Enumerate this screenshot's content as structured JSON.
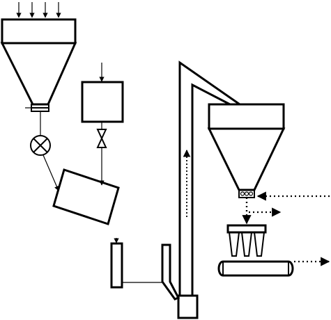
{
  "figure": {
    "components": [
      {
        "id": "hopper-left",
        "icon": "feed-hopper"
      },
      {
        "id": "rotary-valve-left",
        "icon": "valve"
      },
      {
        "id": "mixer-circle",
        "icon": "circle-x"
      },
      {
        "id": "dosing-tank",
        "icon": "tank"
      },
      {
        "id": "gate-valve",
        "icon": "bowtie-valve"
      },
      {
        "id": "dryer-drum",
        "icon": "inclined-drum"
      },
      {
        "id": "feed-column",
        "icon": "column"
      },
      {
        "id": "elevator",
        "icon": "bucket-elevator"
      },
      {
        "id": "cyclone-hopper-right",
        "icon": "hopper"
      },
      {
        "id": "discharge-screw",
        "icon": "screw"
      },
      {
        "id": "filter-bank",
        "icon": "bag-filter"
      },
      {
        "id": "conveyor-roller",
        "icon": "conveyor"
      }
    ],
    "flow_styles": {
      "solid": "material",
      "dotted": "air"
    }
  }
}
